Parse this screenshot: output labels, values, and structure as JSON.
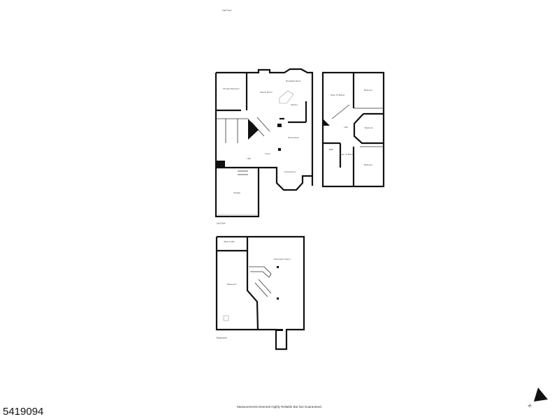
{
  "listing_id": "5419094",
  "disclaimer": "Measurements Deemed Highly Reliable But Not Guaranteed.",
  "compass": {
    "label": "N",
    "icon": "north-arrow-icon"
  },
  "floors": {
    "first": {
      "label": "1st Floor",
      "rooms": [
        "Primary Bedroom",
        "Family Room",
        "Breakfast Room",
        "Kitchen",
        "Dining Area",
        "Foyer",
        "Hall",
        "Garage",
        "Living Room"
      ]
    },
    "second": {
      "label": "2nd Floor",
      "rooms": [
        "Open To Below",
        "Bedroom",
        "Hall",
        "Bedroom",
        "Bath",
        "Open To Below",
        "Bedroom"
      ]
    },
    "basement": {
      "label": "Basement",
      "rooms": [
        "Wine Cellar",
        "Recreation Room",
        "Basement"
      ]
    }
  }
}
